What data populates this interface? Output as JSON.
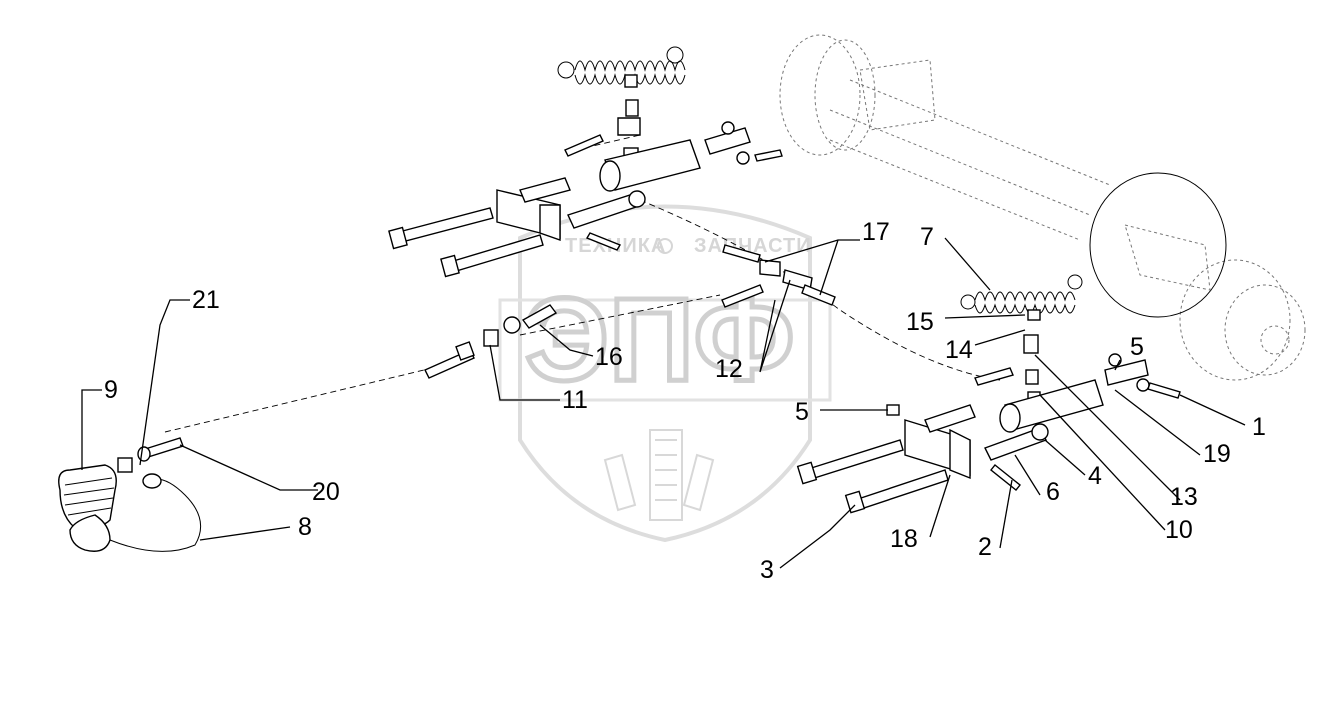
{
  "watermark": {
    "line1_left": "ТЕХНИКА",
    "line1_right": "ЗАПЧАСТИ",
    "logo": "ЭПФ"
  },
  "callouts": {
    "c1": "1",
    "c2": "2",
    "c3": "3",
    "c4": "4",
    "c5a": "5",
    "c5b": "5",
    "c6": "6",
    "c7": "7",
    "c8": "8",
    "c9": "9",
    "c10": "10",
    "c11": "11",
    "c12": "12",
    "c13": "13",
    "c14": "14",
    "c15": "15",
    "c16": "16",
    "c17": "17",
    "c18": "18",
    "c19": "19",
    "c20": "20",
    "c21": "21"
  }
}
